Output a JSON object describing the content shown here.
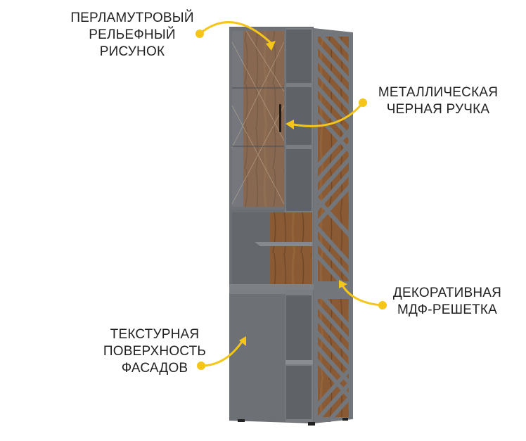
{
  "colors": {
    "accent": "#f5c518",
    "text": "#222222",
    "cabinet_gray": "#6e7176",
    "cabinet_dark": "#5d6065",
    "cabinet_light": "#85888c",
    "wood": "#8a5a34",
    "wood_dark": "#6b4327",
    "handle": "#1a1a1a",
    "background": "#ffffff"
  },
  "callouts": [
    {
      "id": "pearl-pattern",
      "lines": [
        "ПЕРЛАМУТРОВЫЙ",
        "РЕЛЬЕФНЫЙ",
        "РИСУНОК"
      ]
    },
    {
      "id": "metal-handle",
      "lines": [
        "МЕТАЛЛИЧЕСКАЯ",
        "ЧЕРНАЯ РУЧКА"
      ]
    },
    {
      "id": "mdf-grille",
      "lines": [
        "ДЕКОРАТИВНАЯ",
        "МДФ-РЕШЕТКА"
      ]
    },
    {
      "id": "textured-facade",
      "lines": [
        "ТЕКСТУРНАЯ",
        "ПОВЕРХНОСТЬ",
        "ФАСАДОВ"
      ]
    }
  ],
  "product": {
    "type": "cabinet-illustration",
    "icon": "tall-bookcase-cabinet"
  }
}
